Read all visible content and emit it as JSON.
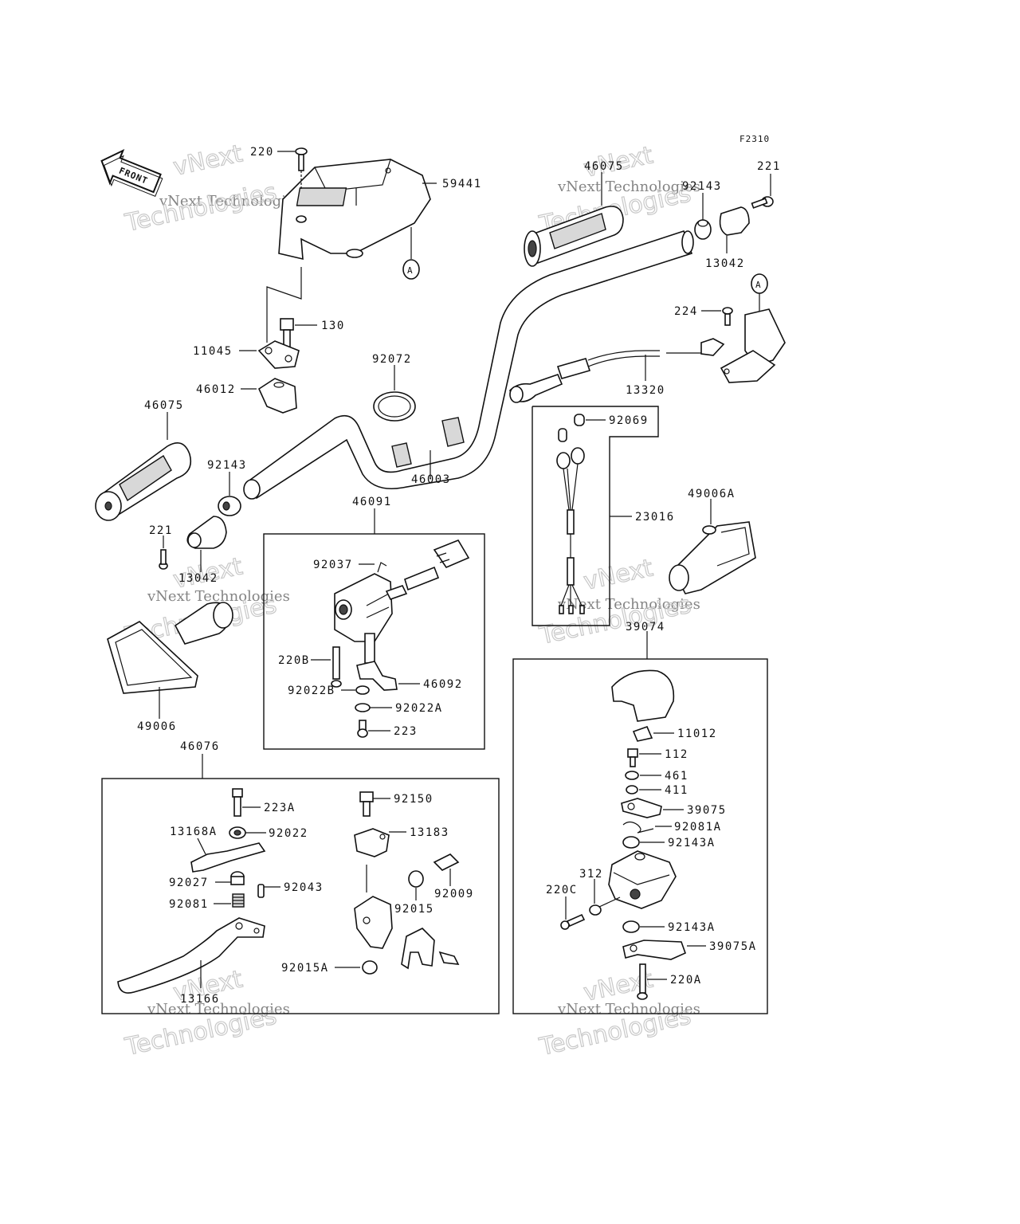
{
  "figure_code": "F2310",
  "front_label": "FRONT",
  "ref_mark": "A",
  "watermark": {
    "line1": "vNext",
    "line2": "vNext Technologies",
    "line3": "Technologies"
  },
  "labels": {
    "l220": "220",
    "l59441": "59441",
    "l130": "130",
    "l11045": "11045",
    "l46012": "46012",
    "l92072": "92072",
    "l46003": "46003",
    "l46075_left": "46075",
    "l92143_left": "92143",
    "l221_left": "221",
    "l13042_left": "13042",
    "l49006": "49006",
    "l46075_right": "46075",
    "l92143_right": "92143",
    "l221_right": "221",
    "l13042_right": "13042",
    "l224": "224",
    "l13320": "13320",
    "l92069": "92069",
    "l23016": "23016",
    "l49006A": "49006A",
    "l46091": "46091",
    "l92037": "92037",
    "l220B": "220B",
    "l46092": "46092",
    "l92022B": "92022B",
    "l92022A": "92022A",
    "l223": "223",
    "l39074": "39074",
    "l11012": "11012",
    "l112": "112",
    "l461": "461",
    "l411": "411",
    "l39075": "39075",
    "l92081A": "92081A",
    "l92143A_top": "92143A",
    "l312": "312",
    "l220C": "220C",
    "l92143A_bot": "92143A",
    "l39075A": "39075A",
    "l220A": "220A",
    "l46076": "46076",
    "l223A": "223A",
    "l13168A": "13168A",
    "l92022": "92022",
    "l92027": "92027",
    "l92043": "92043",
    "l92081": "92081",
    "l13166": "13166",
    "l92150": "92150",
    "l13183": "13183",
    "l92009": "92009",
    "l92015": "92015",
    "l92015A": "92015A"
  }
}
